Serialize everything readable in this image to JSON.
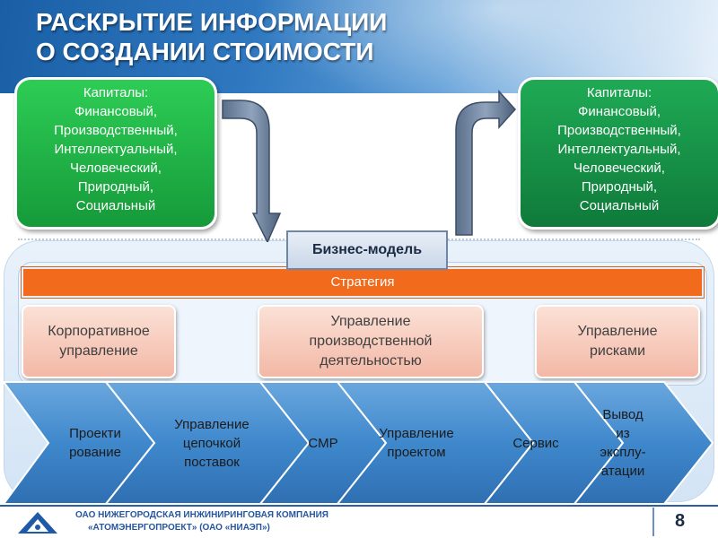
{
  "title": {
    "line1": "РАСКРЫТИЕ ИНФОРМАЦИИ",
    "line2": "О СОЗДАНИИ СТОИМОСТИ"
  },
  "capitals_left": [
    "Капиталы:",
    "Финансовый,",
    "Производственный,",
    "Интеллектуальный,",
    "Человеческий,",
    "Природный,",
    "Социальный"
  ],
  "capitals_right": [
    "Капиталы:",
    "Финансовый,",
    "Производственный,",
    "Интеллектуальный,",
    "Человеческий,",
    "Природный,",
    "Социальный"
  ],
  "business_model": "Бизнес-модель",
  "strategy": "Стратегия",
  "management": {
    "corporate": [
      "Корпоративное",
      "управление"
    ],
    "production": [
      "Управление",
      "производственной",
      "деятельностью"
    ],
    "risks": [
      "Управление",
      "рисками"
    ]
  },
  "value_chain": [
    [
      "Проекти",
      "рование"
    ],
    [
      "Управление",
      "цепочкой",
      "поставок"
    ],
    [
      "СМР"
    ],
    [
      "Управление",
      "проектом"
    ],
    [
      "Сервис"
    ],
    [
      "Вывод",
      "из",
      "эксплу-",
      "атации"
    ]
  ],
  "footer": {
    "company_line1": "ОАО НИЖЕГОРОДСКАЯ ИНЖИНИРИНГОВАЯ КОМПАНИЯ",
    "company_line2": "«АТОМЭНЕРГОПРОЕКТ» (ОАО «НИАЭП»)",
    "page_number": "8"
  },
  "colors": {
    "header_blue": "#2f78c0",
    "capital_green": "#1faa55",
    "strategy_orange": "#f26a1b",
    "management_pink": "#f3b8a6",
    "chain_blue": "#3f88cc"
  },
  "icons": [
    "down-turn-arrow-icon",
    "up-turn-arrow-icon",
    "company-logo-icon"
  ]
}
